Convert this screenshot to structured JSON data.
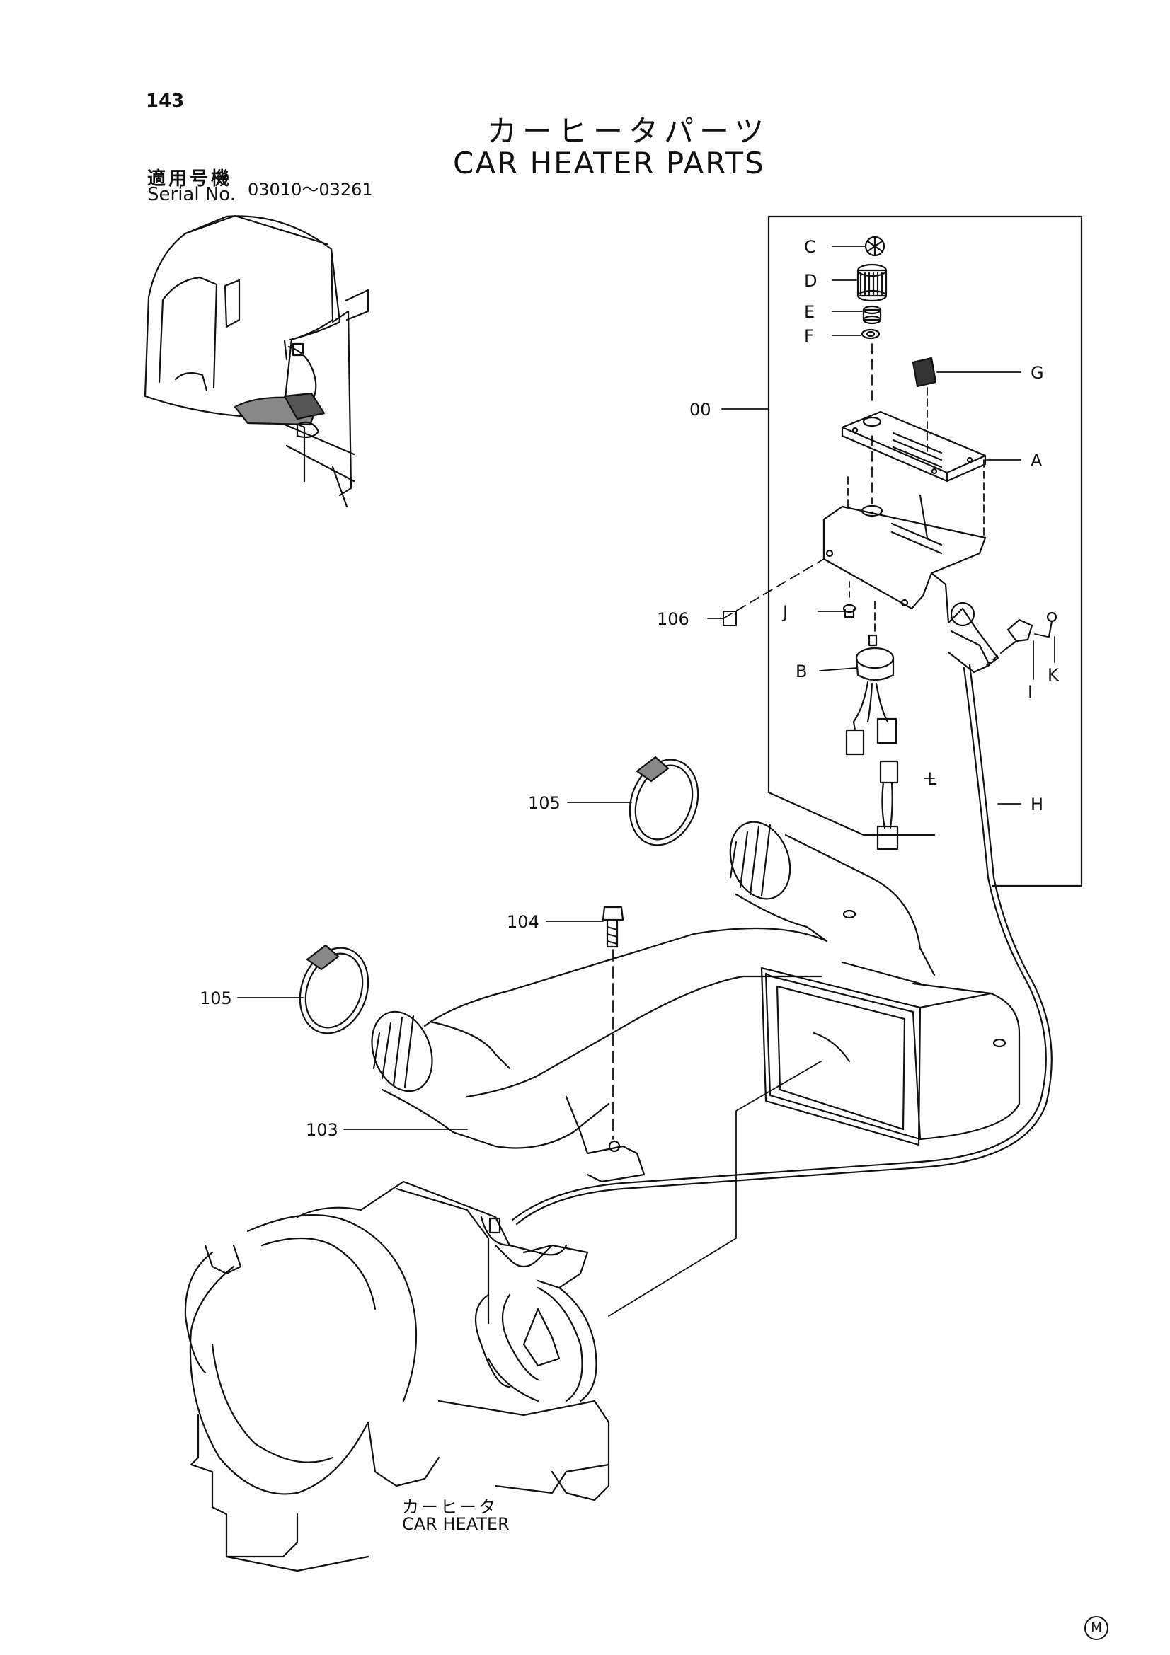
{
  "page_number": "143",
  "title_jp": "カーヒータパーツ",
  "title_en": "CAR HEATER PARTS",
  "serial_label_jp": "適用号機",
  "serial_label_en": "Serial No.",
  "serial_range": "03010～03261",
  "component_label_jp": "カーヒータ",
  "component_label_en": "CAR HEATER",
  "corner_mark": "M",
  "callouts": {
    "c00": "00",
    "cA": "A",
    "cB": "B",
    "cC": "C",
    "cD": "D",
    "cE": "E",
    "cF": "F",
    "cG": "G",
    "cH": "H",
    "cI": "I",
    "cJ": "J",
    "cK": "K",
    "cL": "L",
    "c103": "103",
    "c104": "104",
    "c105a": "105",
    "c105b": "105",
    "c106": "106"
  }
}
